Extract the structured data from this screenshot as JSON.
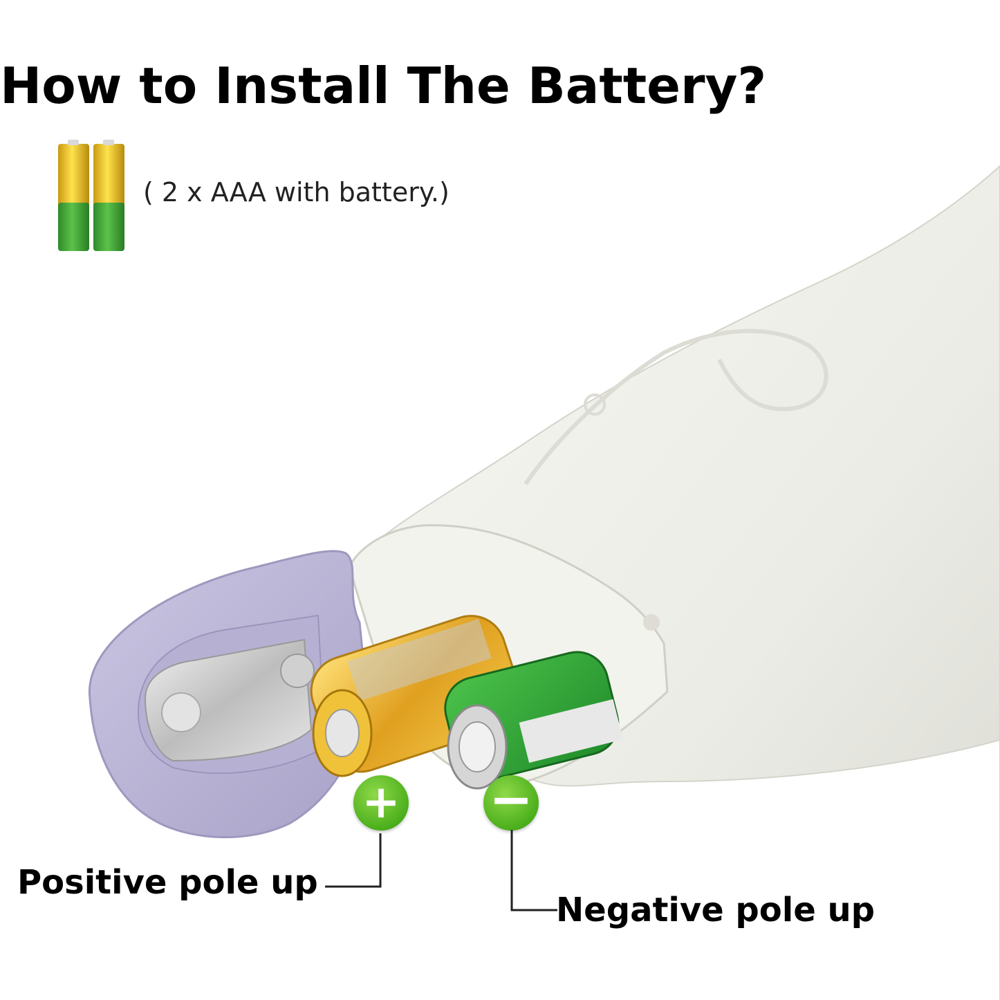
{
  "title": "How to Install The Battery?",
  "caption": "( 2 x AAA with battery.)",
  "labels": {
    "positive": "Positive pole up",
    "negative": "Negative pole up"
  },
  "badges": {
    "positive_symbol": "+",
    "negative_symbol": "−"
  },
  "colors": {
    "badge_green": "#4caf1c",
    "device_body": "#efefea",
    "battery_cap": "#b9b4d6"
  },
  "icons": [
    "aaa-battery-pair-icon",
    "device-illustration"
  ]
}
